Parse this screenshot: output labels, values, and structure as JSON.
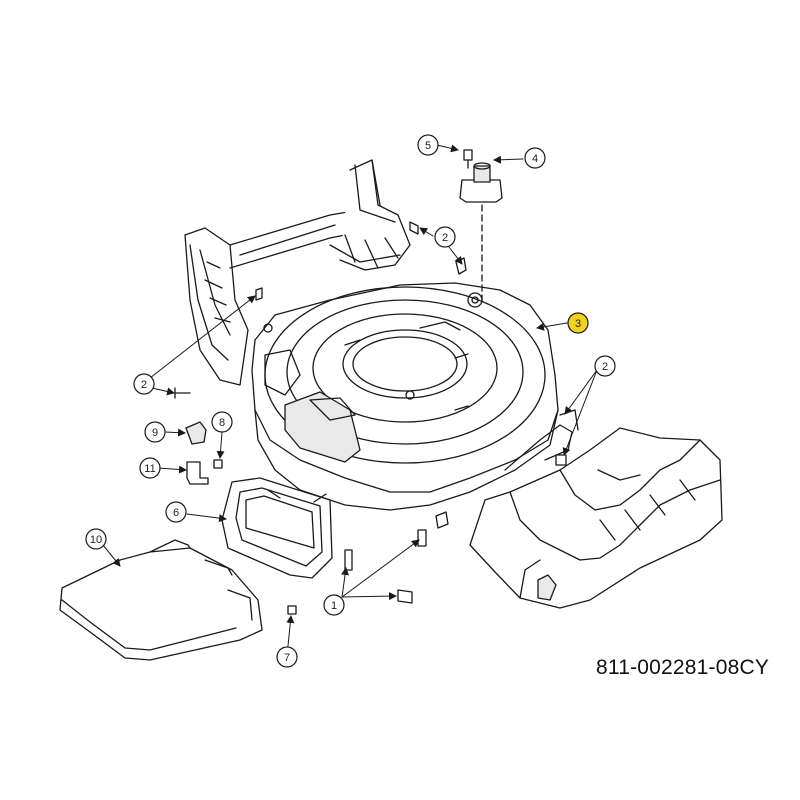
{
  "document_id": "811-002281-08CY",
  "colors": {
    "line": "#1a1a1a",
    "highlight": "#f2d21b",
    "fill": "#ffffff",
    "shade": "#e9e9e9"
  },
  "callouts": [
    {
      "id": "c1",
      "label": "1",
      "highlighted": false
    },
    {
      "id": "c2a",
      "label": "2",
      "highlighted": false
    },
    {
      "id": "c2b",
      "label": "2",
      "highlighted": false
    },
    {
      "id": "c2c",
      "label": "2",
      "highlighted": false
    },
    {
      "id": "c3",
      "label": "3",
      "highlighted": true
    },
    {
      "id": "c4",
      "label": "4",
      "highlighted": false
    },
    {
      "id": "c5",
      "label": "5",
      "highlighted": false
    },
    {
      "id": "c6",
      "label": "6",
      "highlighted": false
    },
    {
      "id": "c7",
      "label": "7",
      "highlighted": false
    },
    {
      "id": "c8",
      "label": "8",
      "highlighted": false
    },
    {
      "id": "c9",
      "label": "9",
      "highlighted": false
    },
    {
      "id": "c10",
      "label": "10",
      "highlighted": false
    },
    {
      "id": "c11",
      "label": "11",
      "highlighted": false
    }
  ],
  "parts": [
    "handle-bracket-assembly",
    "mower-deck",
    "height-adjuster-knob",
    "rear-flap-frame",
    "side-discharge-deflector",
    "mulch-cover",
    "deck-bolts"
  ]
}
